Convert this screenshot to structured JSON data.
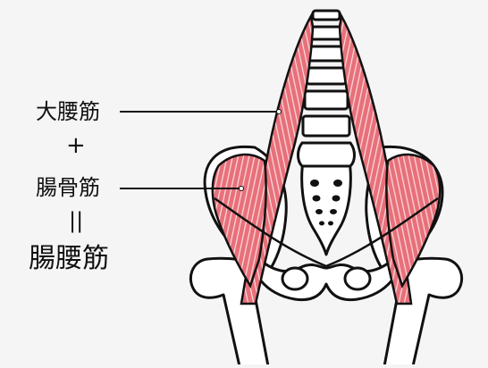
{
  "labels": {
    "psoas_major": "大腰筋",
    "plus": "+",
    "iliacus": "腸骨筋",
    "equals": "||",
    "iliopsoas": "腸腰筋"
  },
  "colors": {
    "background": "#f5f5f5",
    "muscle_fill": "#e8707a",
    "muscle_light": "#f4b4b8",
    "muscle_fiber": "#fbe0e2",
    "bone_fill": "#ffffff",
    "outline": "#111111"
  }
}
